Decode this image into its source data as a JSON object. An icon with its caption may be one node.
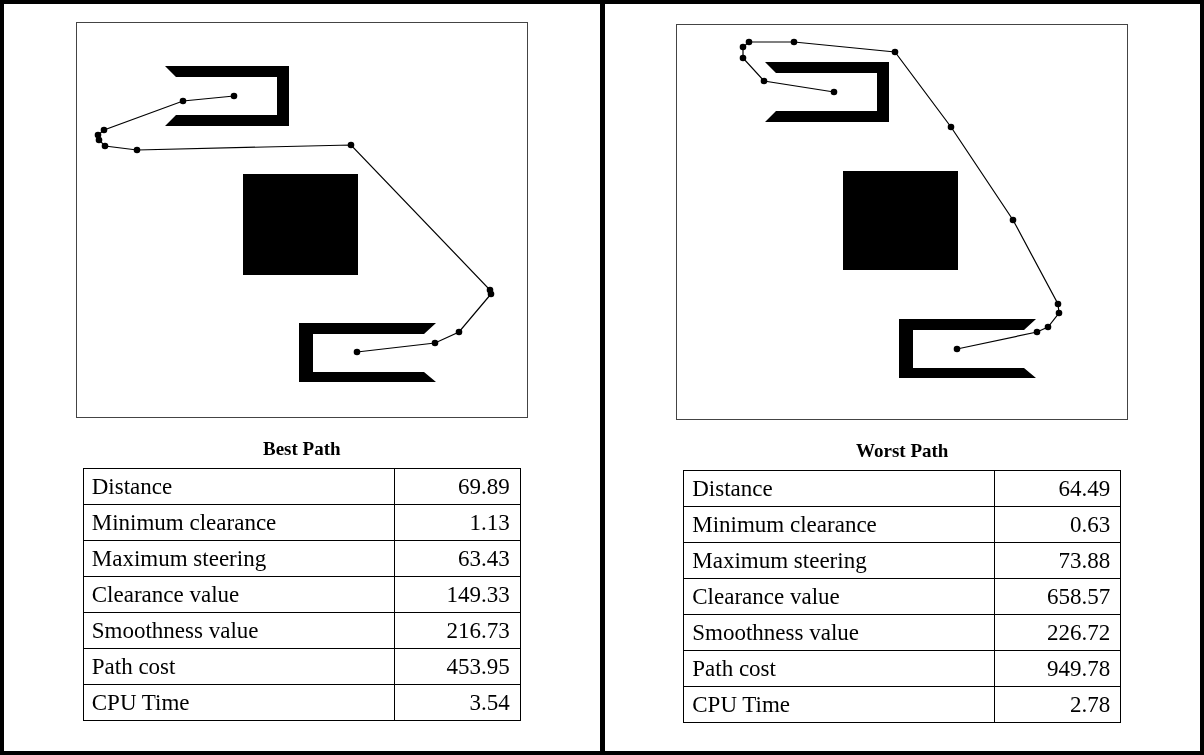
{
  "diagram": {
    "labels": [
      "Best Path",
      "Distance",
      "69.89",
      "Minimum clearance",
      "1.13",
      "Maximum steering",
      "63.43",
      "Clearance value",
      "149.33",
      "Smoothness value",
      "216.73",
      "Path cost",
      "453.95",
      "CPU Time",
      "3.54",
      "Worst Path",
      "Distance",
      "64.49",
      "Minimum clearance",
      "0.63",
      "Maximum steering",
      "73.88",
      "Clearance value",
      "658.57",
      "Smoothness value",
      "226.72",
      "Path cost",
      "949.78",
      "CPU Time",
      "2.78"
    ]
  }
}
